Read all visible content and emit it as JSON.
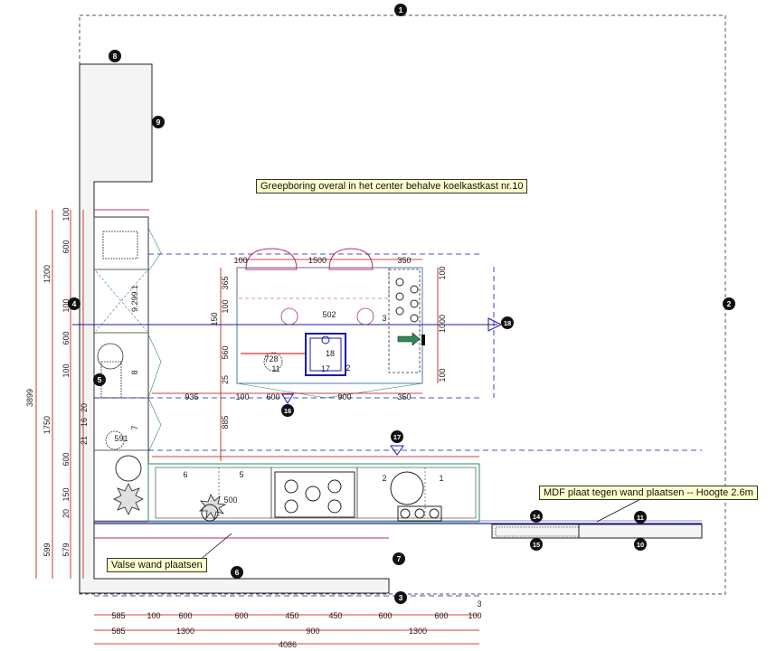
{
  "notes": {
    "greepboring": "Greepboring overal in het center behalve koelkastkast nr.10",
    "mdf": "MDF plaat tegen wand plaatsen -- Hoogte 2.6m",
    "valse_wand": "Valse wand plaatsen"
  },
  "markers": [
    "1",
    "2",
    "3",
    "4",
    "5",
    "6",
    "7",
    "8",
    "9",
    "10",
    "11",
    "14",
    "15",
    "16",
    "17",
    "18"
  ],
  "bottom_dims": {
    "row1": [
      "585",
      "100",
      "600",
      "600",
      "450",
      "450",
      "600",
      "600",
      "100"
    ],
    "row2": [
      "585",
      "1300",
      "900",
      "1300"
    ],
    "row3": [
      "4086"
    ],
    "extra": "3"
  },
  "left_dims": {
    "total": "3899",
    "col_a": [
      "1200",
      "1750",
      "599"
    ],
    "col_b": [
      "100",
      "600",
      "100",
      "600",
      "100",
      "600",
      "150",
      "20"
    ],
    "col_c": [
      "21",
      "16",
      "20"
    ],
    "col_d": [
      "579"
    ]
  },
  "island_dims": {
    "top": [
      "100",
      "1500",
      "350"
    ],
    "right": [
      "100",
      "1000",
      "100"
    ],
    "left": [
      "365",
      "100",
      "150",
      "560",
      "25"
    ],
    "bottom": [
      "935",
      "100",
      "600",
      "900",
      "350"
    ],
    "inner": [
      "502",
      "728",
      "11",
      "17",
      "18",
      "3",
      "2"
    ],
    "vertical": "885"
  },
  "labels": {
    "counter": [
      "6",
      "5",
      "2",
      "1"
    ],
    "left_units": [
      "8",
      "7",
      "9.299.1"
    ],
    "dishwasher": "591",
    "corner": "500"
  },
  "colors": {
    "dim_red": "#cc0000",
    "blue_line": "#1a1aa8",
    "outline": "#333333",
    "green": "#2e8b57",
    "magenta": "#b03070",
    "note_bg": "#ffffcc"
  }
}
